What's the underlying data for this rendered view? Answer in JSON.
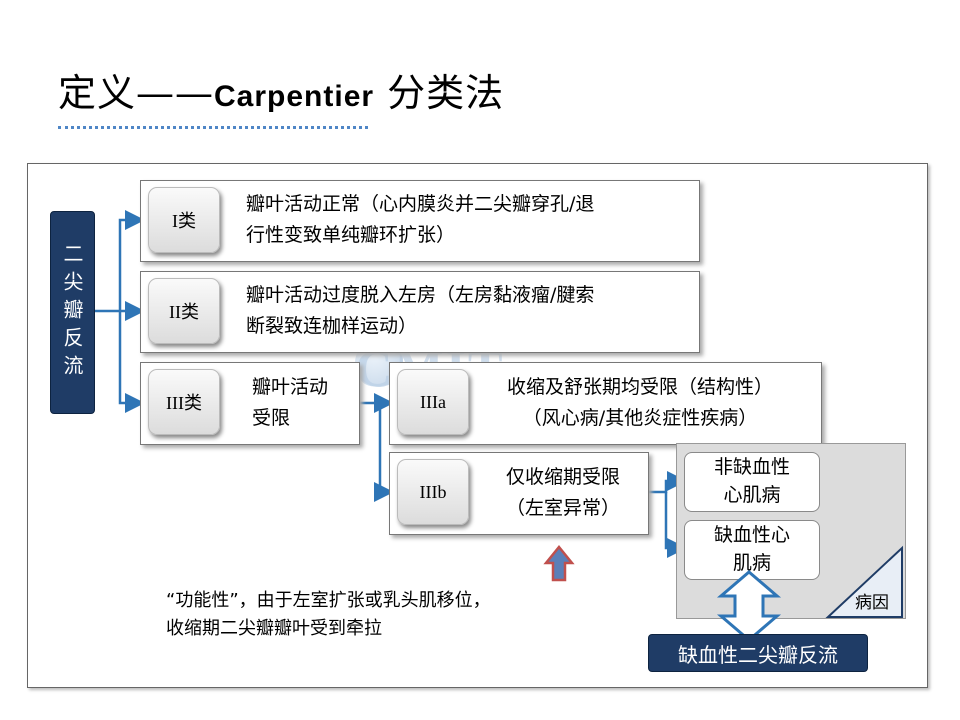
{
  "title": {
    "chinese_prefix": "定义——",
    "latin": "Carpentier",
    "chinese_suffix": " 分类法"
  },
  "side_label": "二尖瓣反流",
  "classes": [
    {
      "label": "I类",
      "desc_line1": "瓣叶活动正常（心内膜炎并二尖瓣穿孔/退",
      "desc_line2": "行性变致单纯瓣环扩张）"
    },
    {
      "label": "II类",
      "desc_line1": "瓣叶活动过度脱入左房（左房黏液瘤/腱索",
      "desc_line2": "断裂致连枷样运动）"
    },
    {
      "label": "III类",
      "desc_line1": "瓣叶活动",
      "desc_line2": "受限"
    }
  ],
  "subclasses": [
    {
      "label": "IIIa",
      "desc_line1": "收缩及舒张期均受限（结构性）",
      "desc_line2": "（风心病/其他炎症性疾病）"
    },
    {
      "label": "IIIb",
      "desc_line1": "仅收缩期受限",
      "desc_line2": "（左室异常）"
    }
  ],
  "cardiomyopathy": {
    "non_ischemic": {
      "line1": "非缺血性",
      "line2": "心肌病"
    },
    "ischemic": {
      "line1": "缺血性心",
      "line2": "肌病"
    },
    "etiology_label": "病因"
  },
  "note": {
    "line1": "“功能性”，由于左室扩张或乳头肌移位，",
    "line2": "收缩期二尖瓣瓣叶受到牵拉"
  },
  "result_label": "缺血性二尖瓣反流",
  "watermark": "CMIT",
  "colors": {
    "navy": "#1f3c66",
    "arrow_blue": "#2e75b6",
    "red_arrow": "#c0504d",
    "dotted_underline": "#4f86c6"
  }
}
